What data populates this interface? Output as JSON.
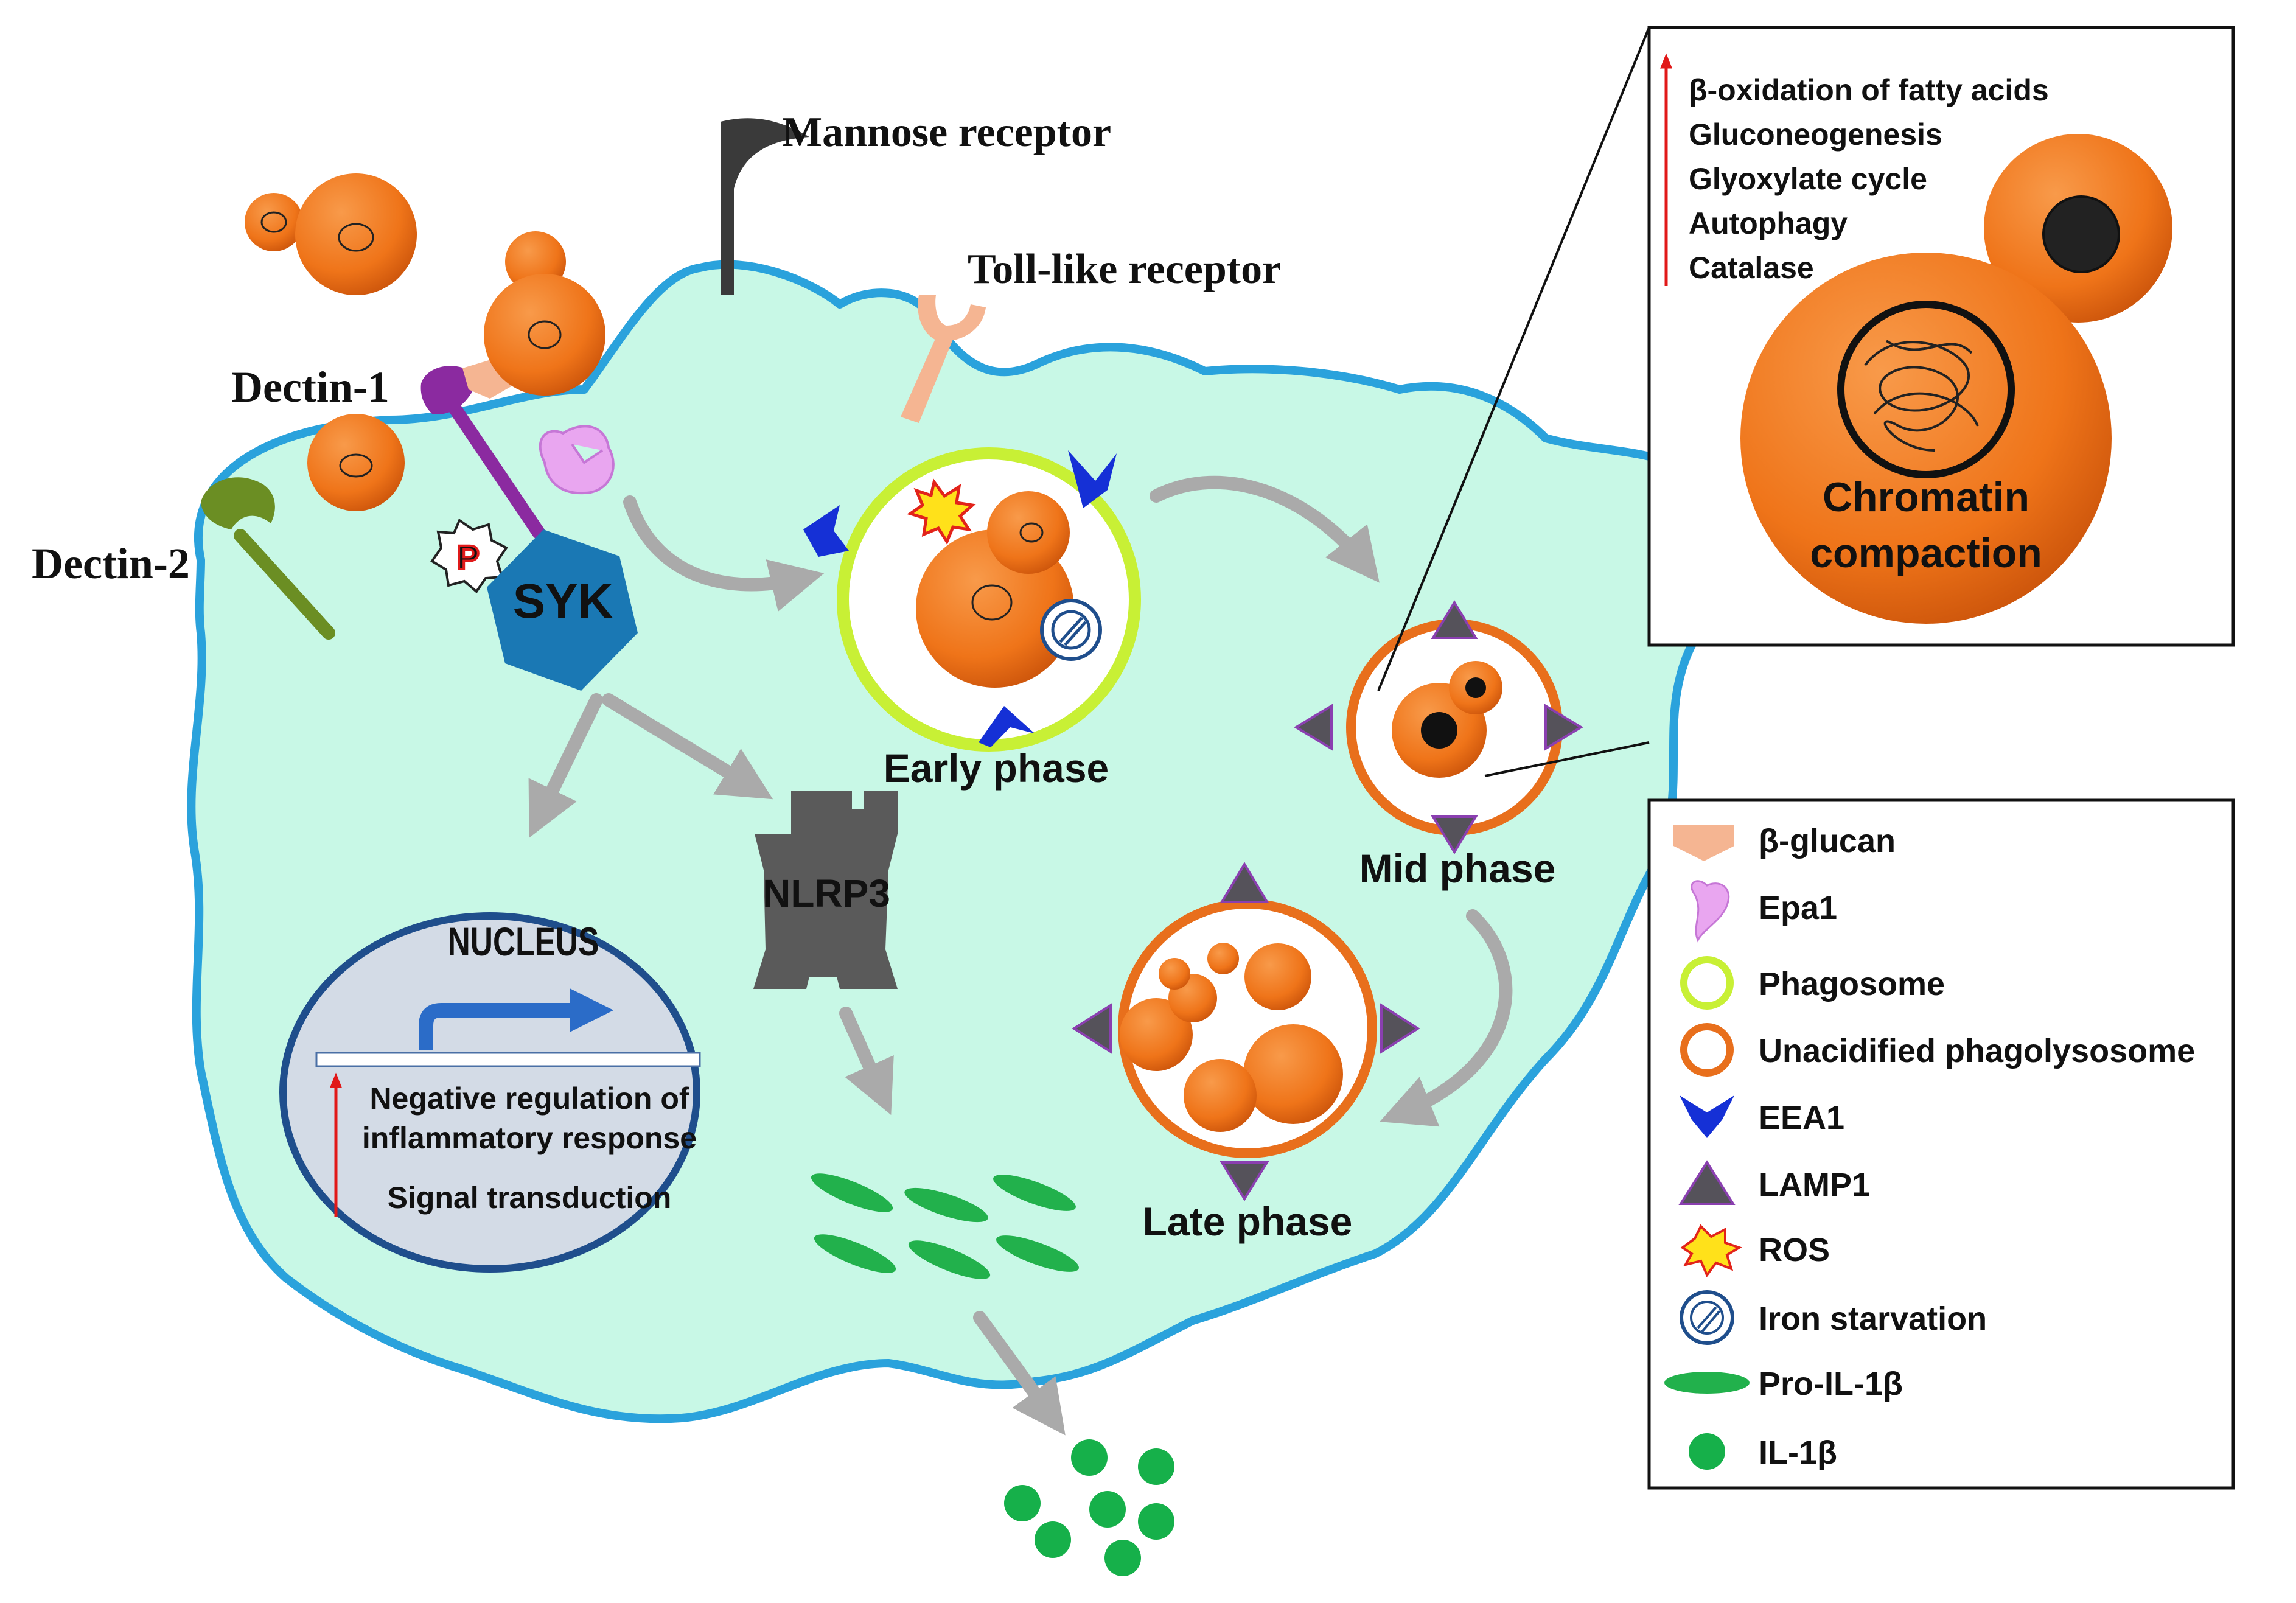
{
  "colors": {
    "cell_fill": "#c8f8e6",
    "membrane": "#2aa2dc",
    "yeast_orange": "#f07a1e",
    "phagosome_ring": "#c8f035",
    "phagolysosome_ring": "#e86f1c",
    "eea1": "#1530d6",
    "lamp1": "#55525a",
    "lamp1_outline": "#8a3fb0",
    "dectin1": "#8b2aa0",
    "dectin2": "#6b8e23",
    "syk": "#1a78b4",
    "nlrp3": "#5a5a5a",
    "pro_il1b": "#22b14c",
    "il1b": "#16b04a",
    "arrow_grey": "#aaaaaa",
    "nucleus_fill": "#d3dbe6",
    "nucleus_border": "#1f4e8c",
    "up_arrow": "#e11818",
    "beta_glucan": "#f5b592",
    "epa1": "#e9a6f0"
  },
  "receptors": {
    "mannose": "Mannose receptor",
    "tlr": "Toll-like receptor",
    "dectin1": "Dectin-1",
    "dectin2": "Dectin-2"
  },
  "signaling": {
    "phospho": "P",
    "syk": "SYK",
    "nlrp3": "NLRP3"
  },
  "nucleus": {
    "title": "NUCLEUS",
    "lines": [
      "Negative regulation of",
      "inflammatory response",
      "Signal transduction"
    ]
  },
  "phases": {
    "early": "Early phase",
    "mid": "Mid phase",
    "late": "Late phase"
  },
  "inset": {
    "items": [
      "β-oxidation of fatty acids",
      "Gluconeogenesis",
      "Glyoxylate cycle",
      "Autophagy",
      "Catalase"
    ],
    "label_lines": [
      "Chromatin",
      "compaction"
    ]
  },
  "legend": {
    "items": [
      {
        "icon": "beta-glucan-icon",
        "label": "β-glucan"
      },
      {
        "icon": "epa1-icon",
        "label": "Epa1"
      },
      {
        "icon": "phagosome-icon",
        "label": "Phagosome"
      },
      {
        "icon": "phagolysosome-icon",
        "label": "Unacidified phagolysosome"
      },
      {
        "icon": "eea1-icon",
        "label": "EEA1"
      },
      {
        "icon": "lamp1-icon",
        "label": "LAMP1"
      },
      {
        "icon": "ros-icon",
        "label": "ROS"
      },
      {
        "icon": "iron-starvation-icon",
        "label": "Iron starvation"
      },
      {
        "icon": "pro-il1b-icon",
        "label": "Pro-IL-1β"
      },
      {
        "icon": "il1b-icon",
        "label": "IL-1β"
      }
    ]
  }
}
